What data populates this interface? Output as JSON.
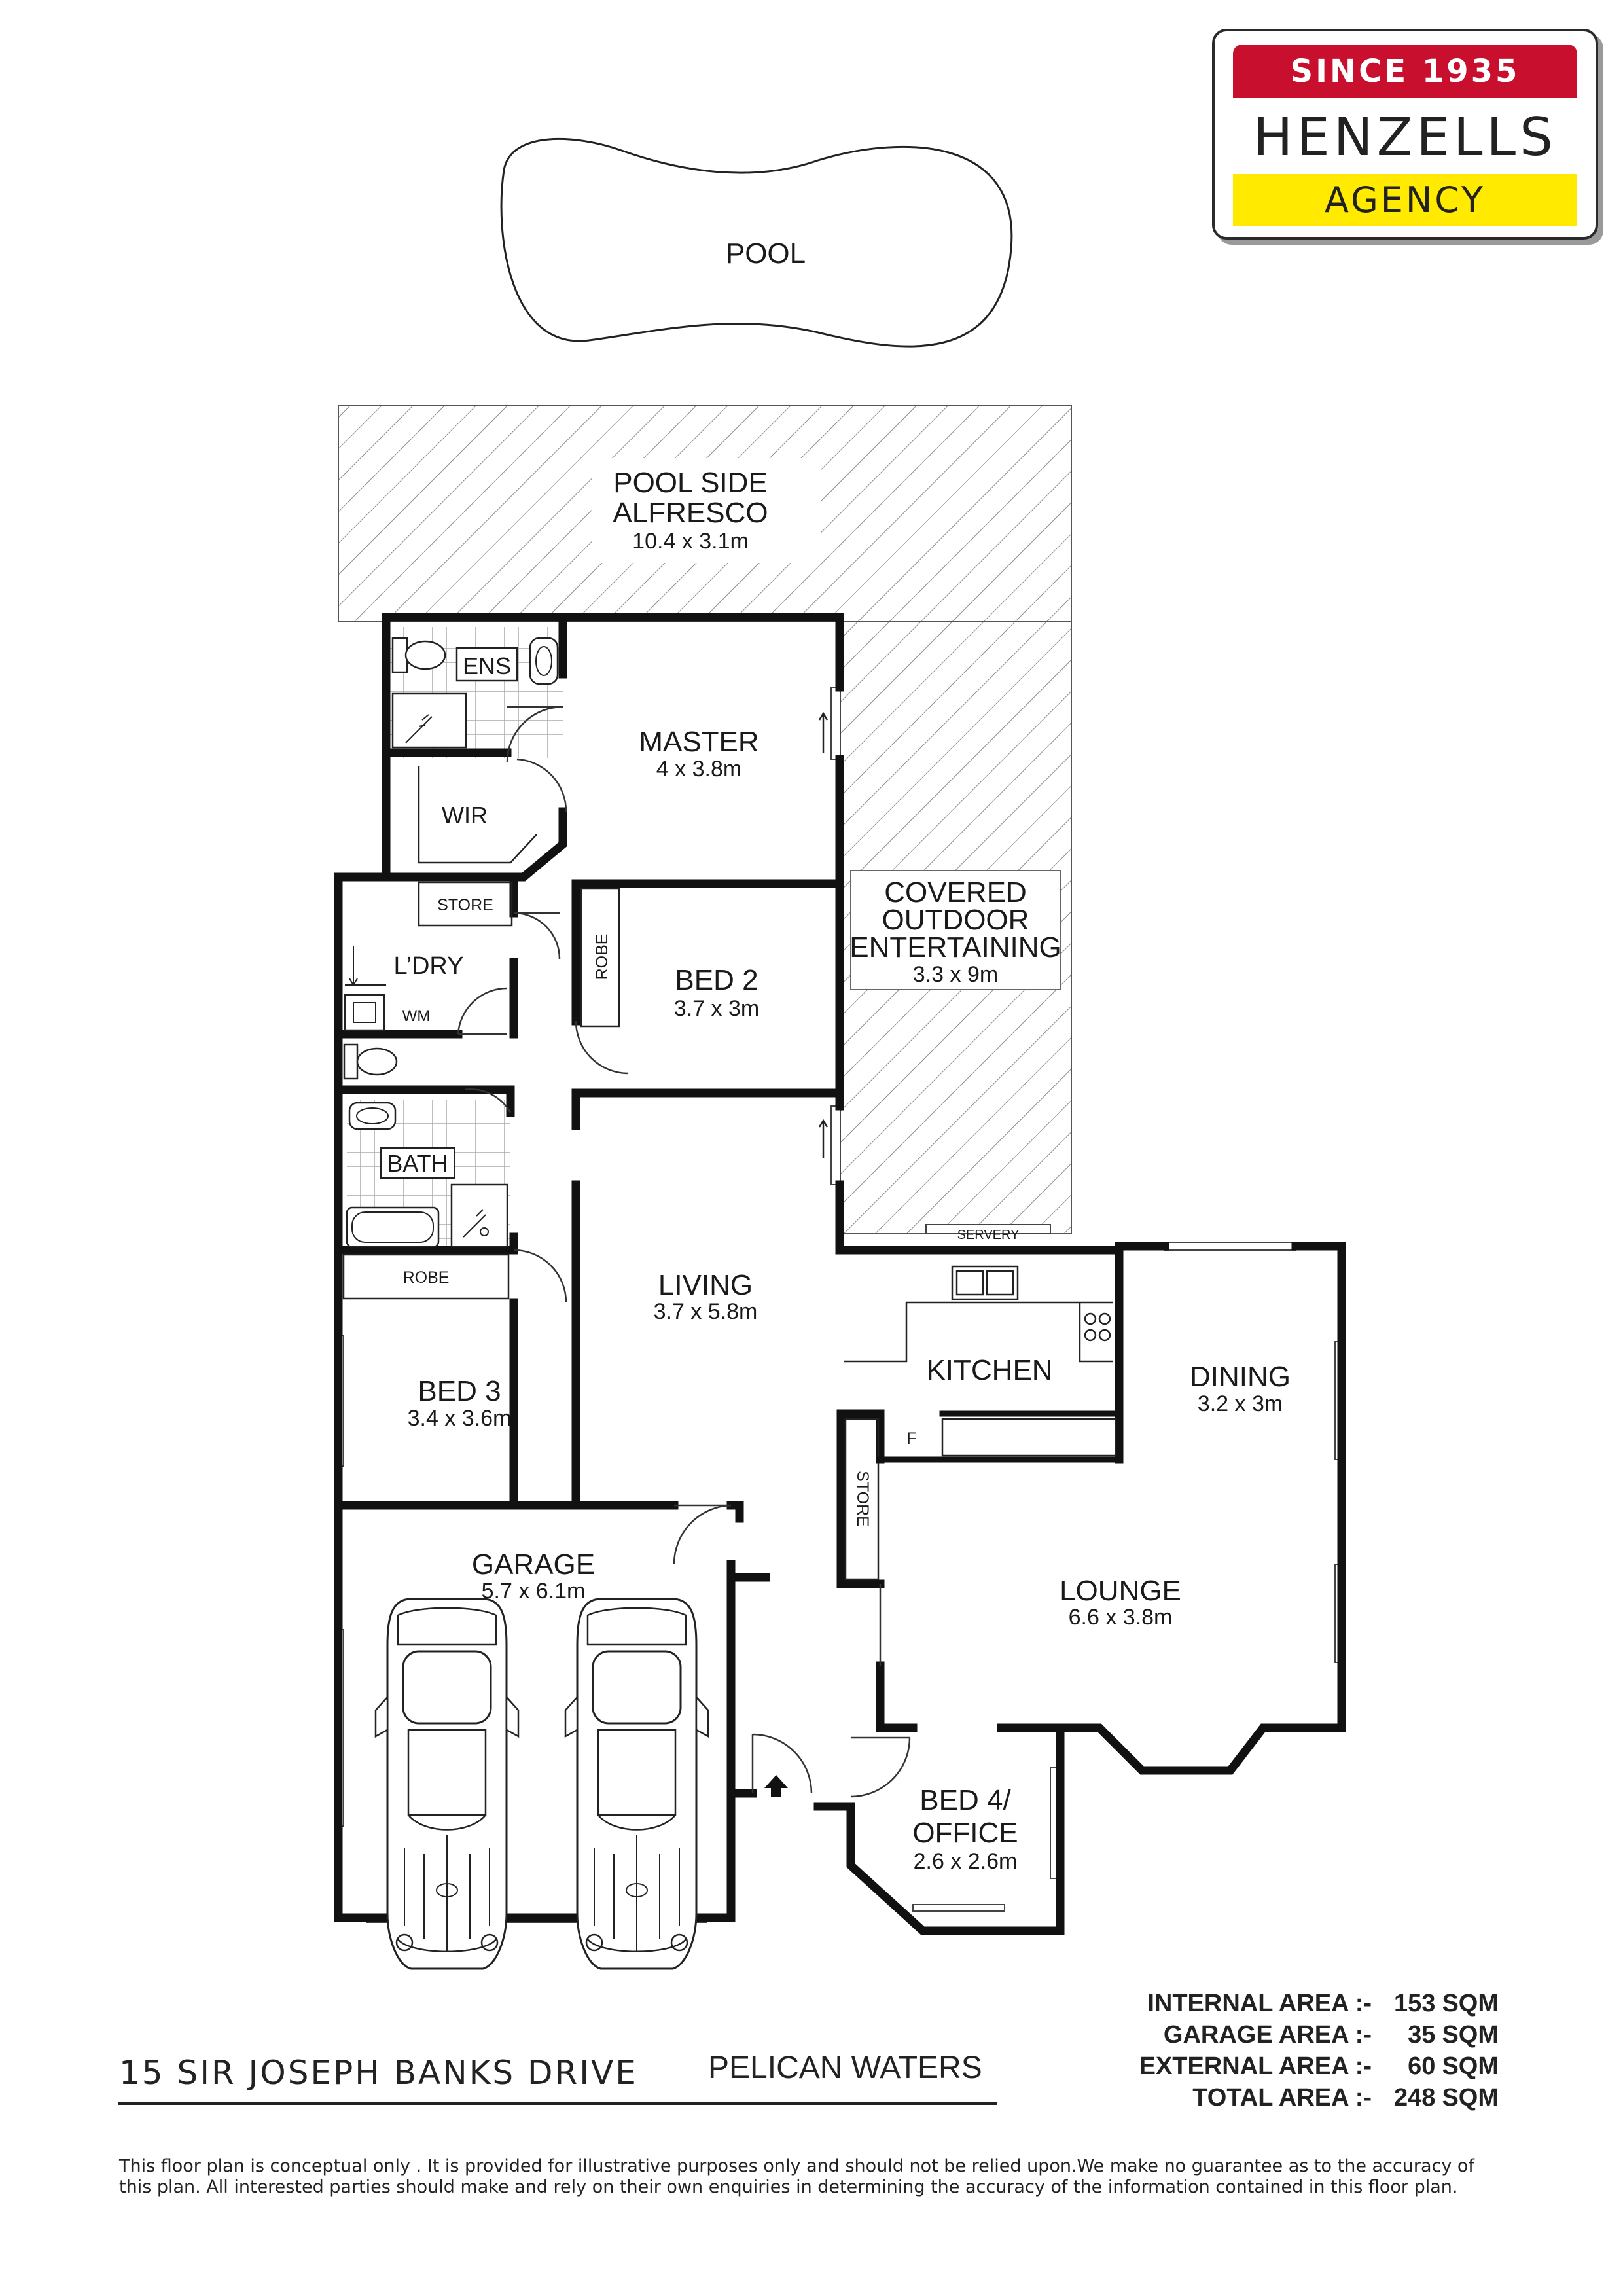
{
  "logo": {
    "since": "SINCE 1935",
    "name": "HENZELLS",
    "subtitle": "AGENCY",
    "colors": {
      "red": "#c8102e",
      "yellow": "#ffea00",
      "border": "#2a2a2a"
    }
  },
  "rooms": {
    "pool": {
      "name": "POOL"
    },
    "alfresco": {
      "name_line1": "POOL SIDE",
      "name_line2": "ALFRESCO",
      "dims": "10.4 x 3.1m"
    },
    "covered": {
      "line1": "COVERED",
      "line2": "OUTDOOR",
      "line3": "ENTERTAINING",
      "dims": "3.3 x 9m"
    },
    "ens": {
      "name": "ENS"
    },
    "wir": {
      "name": "WIR"
    },
    "master": {
      "name": "MASTER",
      "dims": "4 x 3.8m"
    },
    "store1": {
      "name": "STORE"
    },
    "ldry": {
      "name": "L’DRY"
    },
    "wm": {
      "name": "WM"
    },
    "robe1": {
      "name": "ROBE"
    },
    "bed2": {
      "name": "BED 2",
      "dims": "3.7 x 3m"
    },
    "bath": {
      "name": "BATH"
    },
    "robe2": {
      "name": "ROBE"
    },
    "servery": {
      "name": "SERVERY"
    },
    "living": {
      "name": "LIVING",
      "dims": "3.7 x 5.8m"
    },
    "kitchen": {
      "name": "KITCHEN"
    },
    "fridge": {
      "name": "F"
    },
    "dining": {
      "name": "DINING",
      "dims": "3.2 x 3m"
    },
    "bed3": {
      "name": "BED 3",
      "dims": "3.4 x 3.6m"
    },
    "store2": {
      "name": "STORE"
    },
    "garage": {
      "name": "GARAGE",
      "dims": "5.7 x 6.1m"
    },
    "lounge": {
      "name": "LOUNGE",
      "dims": "6.6 x 3.8m"
    },
    "bed4": {
      "line1": "BED 4/",
      "line2": "OFFICE",
      "dims": "2.6 x 2.6m"
    }
  },
  "address": {
    "street": "15 SIR JOSEPH BANKS DRIVE",
    "suburb": "PELICAN WATERS"
  },
  "areas": [
    {
      "label": "INTERNAL AREA :-",
      "value": "153",
      "unit": "SQM"
    },
    {
      "label": "GARAGE AREA :-",
      "value": "35",
      "unit": "SQM"
    },
    {
      "label": "EXTERNAL AREA :-",
      "value": "60",
      "unit": "SQM"
    },
    {
      "label": "TOTAL AREA :-",
      "value": "248",
      "unit": "SQM"
    }
  ],
  "disclaimer": "This floor plan  is conceptual only . It is provided for illustrative purposes only and should not be relied upon.We make no guarantee as to the accuracy of this plan. All interested parties should make and rely on their own enquiries in determining the accuracy of the information contained in this floor plan."
}
